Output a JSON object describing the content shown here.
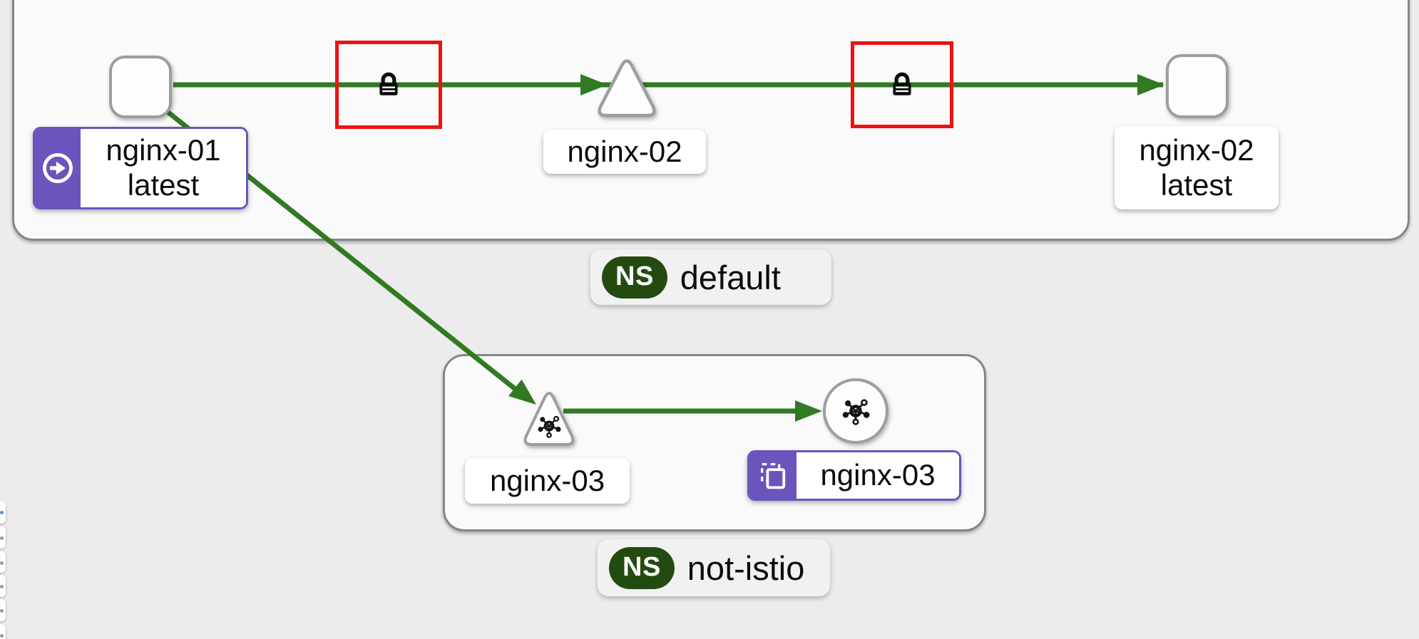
{
  "namespaces": [
    {
      "badge_label": "NS",
      "name": "default"
    },
    {
      "badge_label": "NS",
      "name": "not-istio"
    }
  ],
  "nodes": {
    "nginx01": {
      "name": "nginx-01",
      "version": "latest"
    },
    "nginx02_service": {
      "name": "nginx-02"
    },
    "nginx02_workload": {
      "name": "nginx-02",
      "version": "latest"
    },
    "nginx03_service": {
      "name": "nginx-03"
    },
    "nginx03_workload": {
      "name": "nginx-03"
    }
  },
  "edges": [
    {
      "from": "nginx-01",
      "to": "nginx-02 service",
      "status": "healthy",
      "mtls_locked": true
    },
    {
      "from": "nginx-02 service",
      "to": "nginx-02 latest",
      "status": "healthy",
      "mtls_locked": true
    },
    {
      "from": "nginx-01",
      "to": "nginx-03 service",
      "status": "healthy",
      "mtls_locked": false
    },
    {
      "from": "nginx-03 service",
      "to": "nginx-03 workload",
      "status": "healthy",
      "mtls_locked": false
    }
  ],
  "icons": {
    "mtls": "padlock-icon",
    "root_badge": "arrow-in-circle-icon",
    "workload_entry_badge": "overlapping-squares-icon",
    "out_of_mesh": "connected-nodes-icon",
    "namespace": "NS-pill-icon"
  },
  "colors": {
    "edge_healthy_green": "#317a22",
    "mtls_highlight_red": "#ec1313",
    "node_badge_purple": "#6a55bd",
    "namespace_badge_green": "#234b10",
    "canvas_background": "#ececec",
    "namespace_fill": "#fafafa",
    "node_border_gray": "#9d9da2"
  }
}
